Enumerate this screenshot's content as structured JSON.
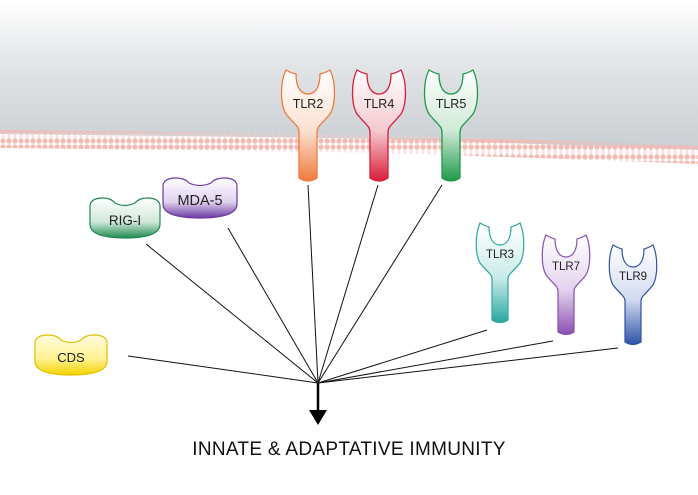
{
  "receptors": {
    "tlr2": {
      "label": "TLR2",
      "color": "#f07a3c"
    },
    "tlr4": {
      "label": "TLR4",
      "color": "#d81e3a"
    },
    "tlr5": {
      "label": "TLR5",
      "color": "#1e9a4a"
    },
    "tlr3": {
      "label": "TLR3",
      "color": "#2aa7a0"
    },
    "tlr7": {
      "label": "TLR7",
      "color": "#8a4fb0"
    },
    "tlr9": {
      "label": "TLR9",
      "color": "#2f52a8"
    },
    "rigi": {
      "label": "RIG-I",
      "color": "#1e8a52"
    },
    "mda5": {
      "label": "MDA-5",
      "color": "#6a3aa0"
    },
    "cds": {
      "label": "CDS",
      "color": "#f2d200"
    }
  },
  "caption": "INNATE & ADAPTATIVE IMMUNITY",
  "membrane_color": "#f2b7b0"
}
